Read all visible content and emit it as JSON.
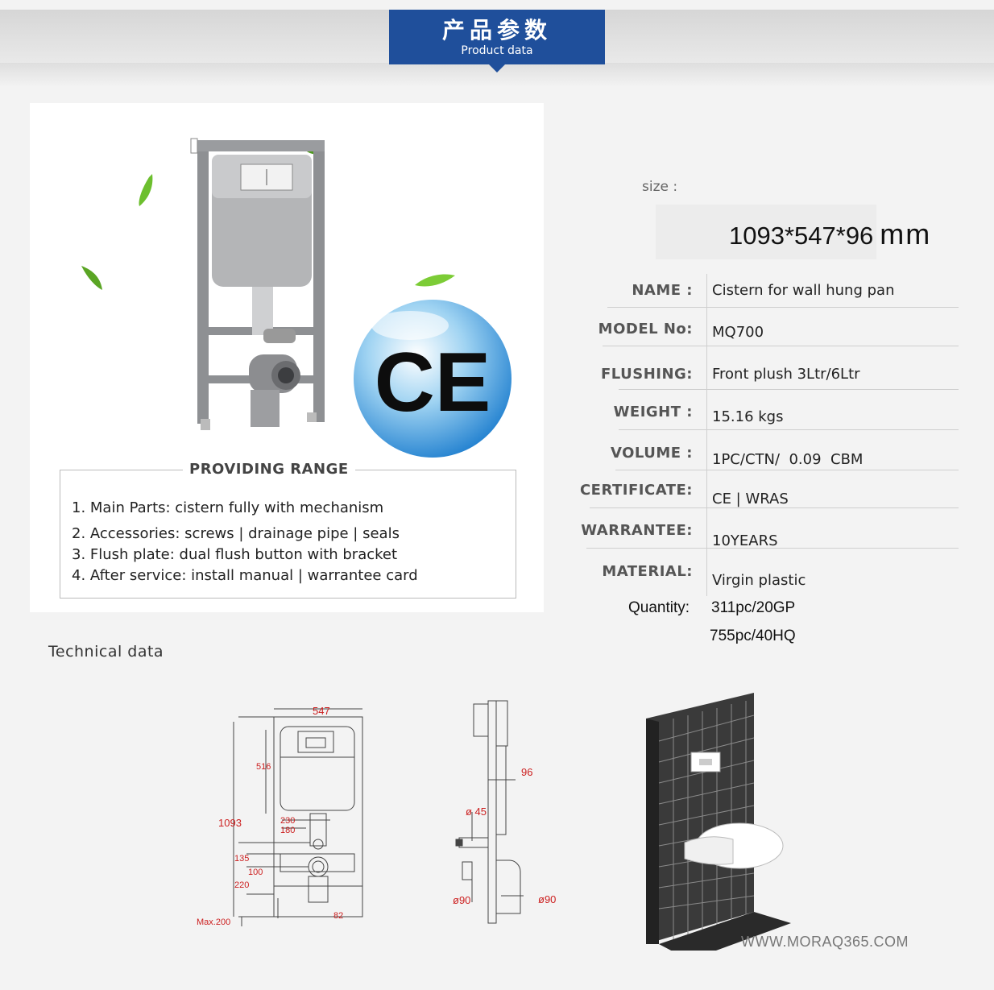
{
  "header": {
    "title_cn": "产品参数",
    "title_en": "Product data"
  },
  "product": {
    "ce_mark": "CE",
    "range_title": "PROVIDING RANGE",
    "range_items": [
      "1. Main Parts: cistern fully with mechanism",
      "2. Accessories: screws | drainage pipe | seals",
      "3. Flush plate: dual flush button with bracket",
      "4. After service: install manual | warrantee card"
    ]
  },
  "size": {
    "label": "size :",
    "value": "1093*547*96",
    "unit": "mm"
  },
  "specs": [
    {
      "label": "NAME  :",
      "value": "Cistern for wall hung pan"
    },
    {
      "label": "MODEL No:",
      "value": "MQ700"
    },
    {
      "label": "FLUSHING:",
      "value": "Front plush 3Ltr/6Ltr"
    },
    {
      "label": "WEIGHT :",
      "value": "15.16 kgs"
    },
    {
      "label": "VOLUME :",
      "value": "1PC/CTN/  0.09  CBM"
    },
    {
      "label": "CERTIFICATE:",
      "value": "CE | WRAS"
    },
    {
      "label": "WARRANTEE:",
      "value": "10YEARS"
    },
    {
      "label": "MATERIAL:",
      "value": "Virgin plastic"
    }
  ],
  "quantity": {
    "label": "Quantity:",
    "value1": "311pc/20GP",
    "value2": "755pc/40HQ"
  },
  "technical": {
    "title": "Technical data",
    "front_dims": {
      "width": "547",
      "height": "1093",
      "upper": "516",
      "d230": "230",
      "d180": "180",
      "d135": "135",
      "d100": "100",
      "d220": "220",
      "d82": "82",
      "max": "Max.200"
    },
    "side_dims": {
      "depth": "96",
      "d45": "ø 45",
      "d90a": "ø90",
      "d90b": "ø90"
    }
  },
  "footer": {
    "website": "WWW.MORAQ365.COM"
  },
  "colors": {
    "header_blue": "#1f4f9b",
    "dim_red": "#cc1f1f",
    "frame_gray": "#8e9093"
  }
}
